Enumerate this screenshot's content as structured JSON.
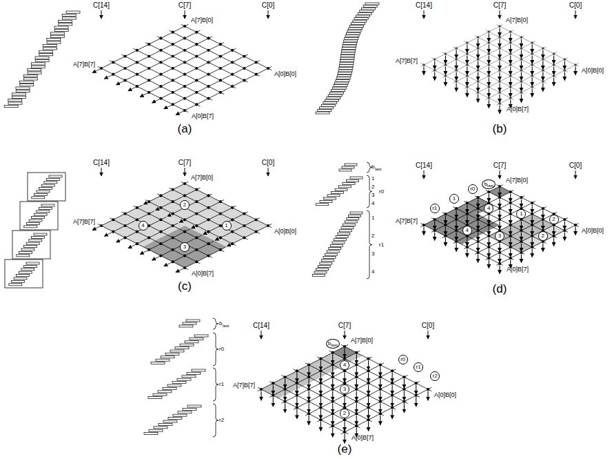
{
  "diagram": {
    "nodes": [
      {
        "text": [
          "2"
        ]
      },
      {
        "text": [
          "4"
        ]
      },
      {
        "text": [
          "1"
        ]
      },
      {
        "text": [
          "3"
        ]
      },
      {
        "text": [
          "b",
          "last"
        ]
      },
      {
        "text": [
          "r0"
        ]
      },
      {
        "text": [
          "1"
        ]
      },
      {
        "text": [
          "r1"
        ]
      },
      {
        "text": [
          "4"
        ]
      },
      {
        "text": [
          "1"
        ]
      },
      {
        "text": [
          "2"
        ]
      },
      {
        "text": [
          "4"
        ]
      },
      {
        "text": [
          "3"
        ]
      },
      {
        "text": [
          "2"
        ]
      },
      {
        "text": [
          "b",
          "last"
        ]
      },
      {
        "text": [
          "r0"
        ]
      },
      {
        "text": [
          "r1"
        ]
      },
      {
        "text": [
          "r2"
        ]
      },
      {
        "text": [
          "4"
        ]
      },
      {
        "text": [
          "3"
        ]
      },
      {
        "text": [
          "2"
        ]
      }
    ],
    "labels": [
      "C[14]",
      "C[7]",
      "C[0]",
      "A[7]B[0]",
      "A[7]B[7]",
      "A[0]B[0]",
      "A[0]B[7]",
      "(a)",
      "C[14]",
      "C[7]",
      "C[0]",
      "A[7]B[0]",
      "A[7]B[7]",
      "A[0]B[0]",
      "A[0]B[7]",
      "(b)",
      "C[14]",
      "C[7]",
      "C[0]",
      "A[7]B[0]",
      "A[7]B[7]",
      "A[0]B[0]",
      "A[0]B[7]",
      "(c)",
      "C[14]",
      "C[7]",
      "C[0]",
      "A[7]B[0]",
      "A[7]B[7]",
      "A[0]B[0]",
      "A[0]B[7]",
      "(d)",
      "C[14]",
      "C[7]",
      "C[0]",
      "A[7]B[0]",
      "A[7]B[7]",
      "A[0]B[0]",
      "A[0]B[7]",
      "(e)",
      "b",
      "last",
      "r0",
      "1",
      "2",
      "3",
      "4",
      "r1",
      "1",
      "2",
      "3",
      "4",
      "b",
      "last",
      "r0",
      "r1",
      "r2"
    ]
  }
}
